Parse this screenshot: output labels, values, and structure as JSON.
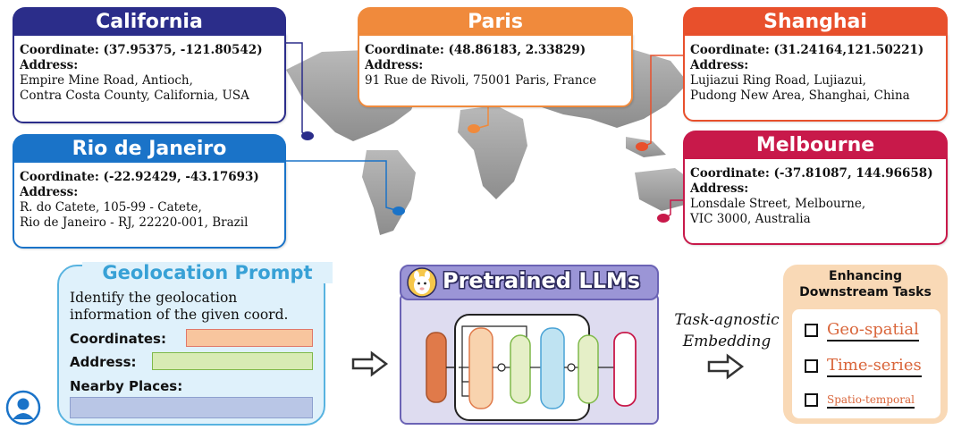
{
  "cards": [
    {
      "title": "California",
      "coordinate": "Coordinate: (37.95375, -121.80542)",
      "address_label": "Address:",
      "address_lines": [
        "Empire Mine Road, Antioch,",
        "Contra Costa County, California, USA"
      ],
      "color": "#2b2d8a"
    },
    {
      "title": "Rio de Janeiro",
      "coordinate": "Coordinate: (-22.92429, -43.17693)",
      "address_label": "Address:",
      "address_lines": [
        "R. do Catete, 105-99 - Catete,",
        "Rio de Janeiro - RJ, 22220-001, Brazil"
      ],
      "color": "#1a73c8"
    },
    {
      "title": "Paris",
      "coordinate": "Coordinate: (48.86183, 2.33829)",
      "address_label": "Address:",
      "address_lines": [
        "91 Rue de Rivoli,  75001 Paris,  France"
      ],
      "color": "#f08a3c"
    },
    {
      "title": "Shanghai",
      "coordinate": "Coordinate: (31.24164,121.50221)",
      "address_label": "Address:",
      "address_lines": [
        "Lujiazui Ring Road, Lujiazui,",
        "Pudong New Area, Shanghai,  China"
      ],
      "color": "#e8502c"
    },
    {
      "title": "Melbourne",
      "coordinate": "Coordinate: (-37.81087, 144.96658)",
      "address_label": "Address:",
      "address_lines": [
        "Lonsdale Street, Melbourne,",
        "VIC 3000, Australia"
      ],
      "color": "#c8194a"
    }
  ],
  "prompt": {
    "title": "Geolocation Prompt",
    "text_lines": [
      "Identify the geolocation",
      "information of  the given coord."
    ],
    "fields": [
      "Coordinates:",
      "Address:",
      "Nearby Places:"
    ]
  },
  "llm": {
    "title": "Pretrained LLMs"
  },
  "embedding": {
    "lines": [
      "Task-agnostic",
      "Embedding"
    ]
  },
  "tasks": {
    "title_lines": [
      "Enhancing",
      "Downstream Tasks"
    ],
    "items": [
      "Geo-spatial",
      "Time-series",
      "Spatio-temporal"
    ]
  },
  "icons": [
    "world-map-icon",
    "llama-icon",
    "user-avatar-icon",
    "hollow-arrow-icon",
    "checkbox-icon"
  ]
}
